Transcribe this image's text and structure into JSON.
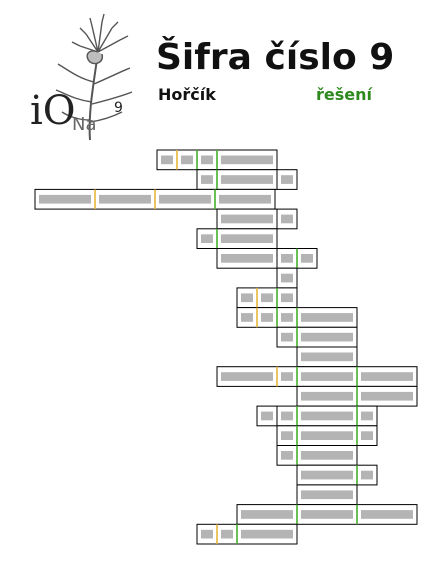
{
  "header": {
    "title": "Šifra číslo 9",
    "subtitle": "Hořčík",
    "solution_label": "řešení"
  },
  "logo": {
    "letters": "iO",
    "suffix": "Na",
    "superscript": "9"
  },
  "colors": {
    "green_divider": "#44b02a",
    "yellow_divider": "#e8b53a",
    "cell_fill": "#b4b4b4",
    "frame": "#000000",
    "solution": "#2e8a1e"
  },
  "puzzle_rows": [
    {
      "row": 1,
      "segments": [
        "short",
        "short",
        "short",
        "long"
      ]
    },
    {
      "row": 2,
      "segments": [
        "short",
        "long",
        "short"
      ]
    },
    {
      "row": 3,
      "segments": [
        "long",
        "long",
        "long",
        "long"
      ]
    },
    {
      "row": 4,
      "segments": [
        "long",
        "short"
      ]
    },
    {
      "row": 5,
      "segments": [
        "short",
        "long"
      ]
    },
    {
      "row": 6,
      "segments": [
        "long",
        "short",
        "short"
      ]
    },
    {
      "row": 7,
      "segments": [
        "short"
      ]
    },
    {
      "row": 8,
      "segments": [
        "short",
        "short",
        "short"
      ]
    },
    {
      "row": 9,
      "segments": [
        "short",
        "short",
        "short",
        "long"
      ]
    },
    {
      "row": 10,
      "segments": [
        "short",
        "long"
      ]
    },
    {
      "row": 11,
      "segments": [
        "long"
      ]
    },
    {
      "row": 12,
      "segments": [
        "long",
        "short",
        "long",
        "long"
      ]
    },
    {
      "row": 13,
      "segments": [
        "long",
        "long"
      ]
    },
    {
      "row": 14,
      "segments": [
        "short",
        "short",
        "long",
        "short"
      ]
    },
    {
      "row": 15,
      "segments": [
        "short",
        "long",
        "short"
      ]
    },
    {
      "row": 16,
      "segments": [
        "short",
        "long"
      ]
    },
    {
      "row": 17,
      "segments": [
        "long",
        "short"
      ]
    },
    {
      "row": 18,
      "segments": [
        "long"
      ]
    },
    {
      "row": 19,
      "segments": [
        "long",
        "long",
        "long"
      ]
    },
    {
      "row": 20,
      "segments": [
        "short",
        "short",
        "long"
      ]
    }
  ]
}
